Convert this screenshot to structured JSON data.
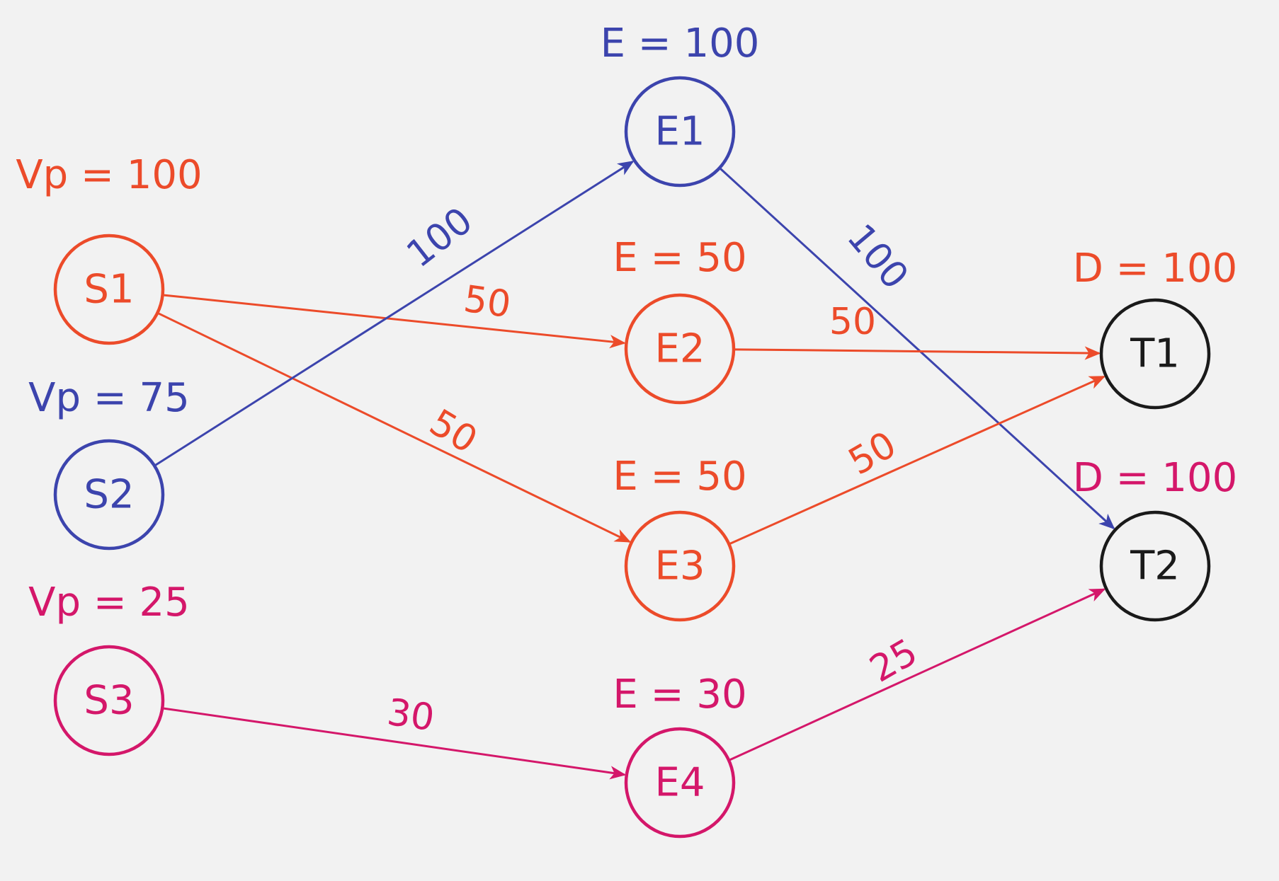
{
  "colors": {
    "orange": "#ec4b2a",
    "blue": "#3c44ad",
    "magenta": "#d4176a",
    "black": "#1a1a1a",
    "background": "#f2f2f2"
  },
  "nodes": {
    "S1": {
      "label": "S1",
      "caption": "Vp = 100",
      "color": "orange"
    },
    "S2": {
      "label": "S2",
      "caption": "Vp = 75",
      "color": "blue"
    },
    "S3": {
      "label": "S3",
      "caption": "Vp = 25",
      "color": "magenta"
    },
    "E1": {
      "label": "E1",
      "caption": "E = 100",
      "color": "blue"
    },
    "E2": {
      "label": "E2",
      "caption": "E = 50",
      "color": "orange"
    },
    "E3": {
      "label": "E3",
      "caption": "E = 50",
      "color": "orange"
    },
    "E4": {
      "label": "E4",
      "caption": "E = 30",
      "color": "magenta"
    },
    "T1": {
      "label": "T1",
      "caption": "D = 100",
      "caption_color": "orange",
      "color": "black"
    },
    "T2": {
      "label": "T2",
      "caption": "D = 100",
      "caption_color": "magenta",
      "color": "black"
    }
  },
  "edges": [
    {
      "id": "s1-e2",
      "from": "S1",
      "to": "E2",
      "label": "50",
      "color": "orange"
    },
    {
      "id": "s1-e3",
      "from": "S1",
      "to": "E3",
      "label": "50",
      "color": "orange"
    },
    {
      "id": "s2-e1",
      "from": "S2",
      "to": "E1",
      "label": "100",
      "color": "blue"
    },
    {
      "id": "s3-e4",
      "from": "S3",
      "to": "E4",
      "label": "30",
      "color": "magenta"
    },
    {
      "id": "e1-t2",
      "from": "E1",
      "to": "T2",
      "label": "100",
      "color": "blue"
    },
    {
      "id": "e2-t1",
      "from": "E2",
      "to": "T1",
      "label": "50",
      "color": "orange"
    },
    {
      "id": "e3-t1",
      "from": "E3",
      "to": "T1",
      "label": "50",
      "color": "orange"
    },
    {
      "id": "e4-t2",
      "from": "E4",
      "to": "T2",
      "label": "25",
      "color": "magenta"
    }
  ]
}
